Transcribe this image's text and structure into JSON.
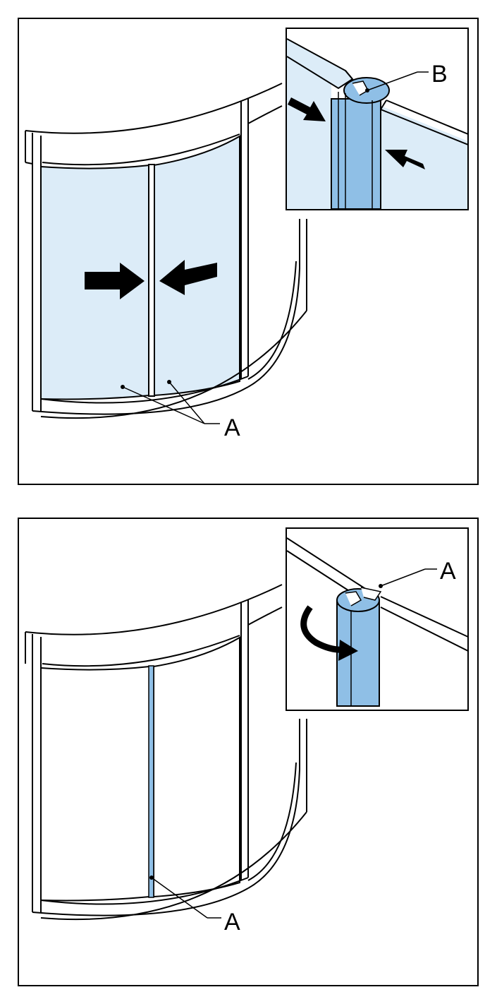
{
  "panels": [
    {
      "callouts": {
        "main_glass_label": "A",
        "inset_seal_label": "B"
      },
      "colors": {
        "glass": "#dcecf8",
        "seal": "#8fbfe6",
        "arrow": "#000000"
      }
    },
    {
      "callouts": {
        "main_seal_label": "A",
        "inset_seal_label": "A"
      },
      "colors": {
        "glass": "#ffffff",
        "seal": "#8fbfe6",
        "arrow": "#000000"
      }
    }
  ]
}
